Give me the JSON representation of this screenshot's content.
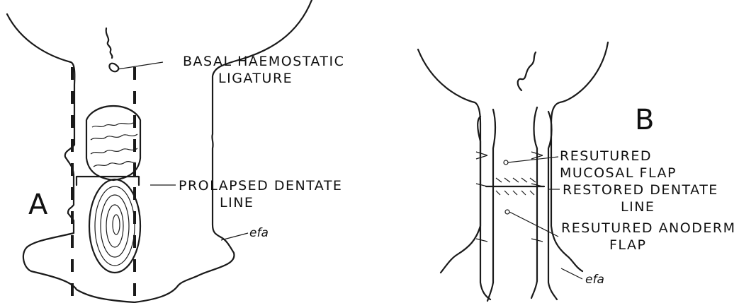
{
  "panel_a": {
    "letter": "A",
    "labels": {
      "basal_ligature_line1": "BASAL HAEMOSTATIC",
      "basal_ligature_line2": "LIGATURE",
      "dentate_line1": "PROLAPSED DENTATE",
      "dentate_line2": "LINE",
      "efa": "efa"
    }
  },
  "panel_b": {
    "letter": "B",
    "labels": {
      "mucosal_line1": "RESUTURED",
      "mucosal_line2": "MUCOSAL FLAP",
      "dentate_line1": "RESTORED DENTATE",
      "dentate_line2": "LINE",
      "anoderm_line1": "RESUTURED ANODERM",
      "anoderm_line2": "FLAP",
      "efa": "efa"
    }
  }
}
